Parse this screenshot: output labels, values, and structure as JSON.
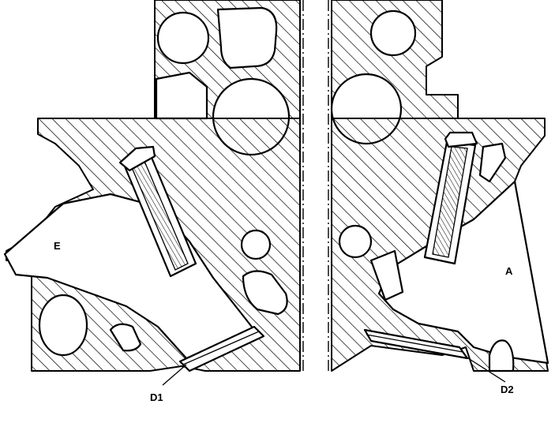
{
  "labels": {
    "exhaust_port": "E",
    "intake_port": "A",
    "exhaust_valve_seat": "D1",
    "intake_valve_seat": "D2"
  }
}
